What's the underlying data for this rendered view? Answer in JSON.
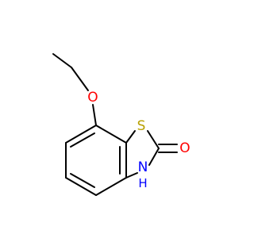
{
  "molecule": {
    "atoms": {
      "oxygen_ether": {
        "label": "O",
        "color": "#ff0000"
      },
      "sulfur": {
        "label": "S",
        "color": "#b8a000"
      },
      "oxygen_carbonyl": {
        "label": "O",
        "color": "#ff0000"
      },
      "nitrogen": {
        "label": "N",
        "color": "#0000ff"
      },
      "nitrogen_h": {
        "label": "H",
        "color": "#0000ff"
      }
    },
    "bond_color": "#000000"
  }
}
